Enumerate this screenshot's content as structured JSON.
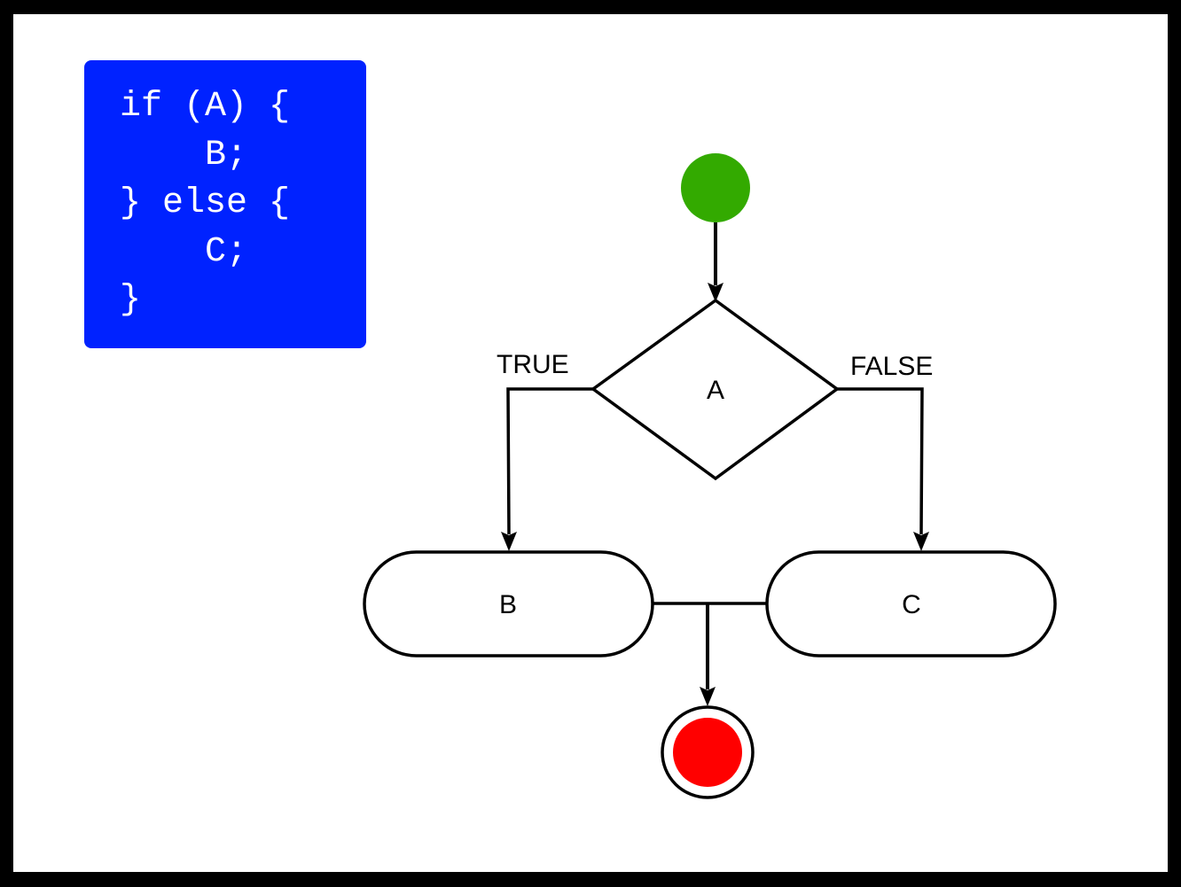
{
  "code_panel": {
    "lines": [
      "if (A) {",
      "    B;",
      "} else {",
      "    C;",
      "}"
    ]
  },
  "flowchart": {
    "decision_label": "A",
    "true_label": "TRUE",
    "false_label": "FALSE",
    "action_b_label": "B",
    "action_c_label": "C"
  },
  "colors": {
    "code_panel_background": "#0022ff",
    "start_node": "#33aa00",
    "end_node": "#ff0000",
    "stroke": "#000000",
    "frame": "#000000",
    "canvas": "#ffffff"
  }
}
